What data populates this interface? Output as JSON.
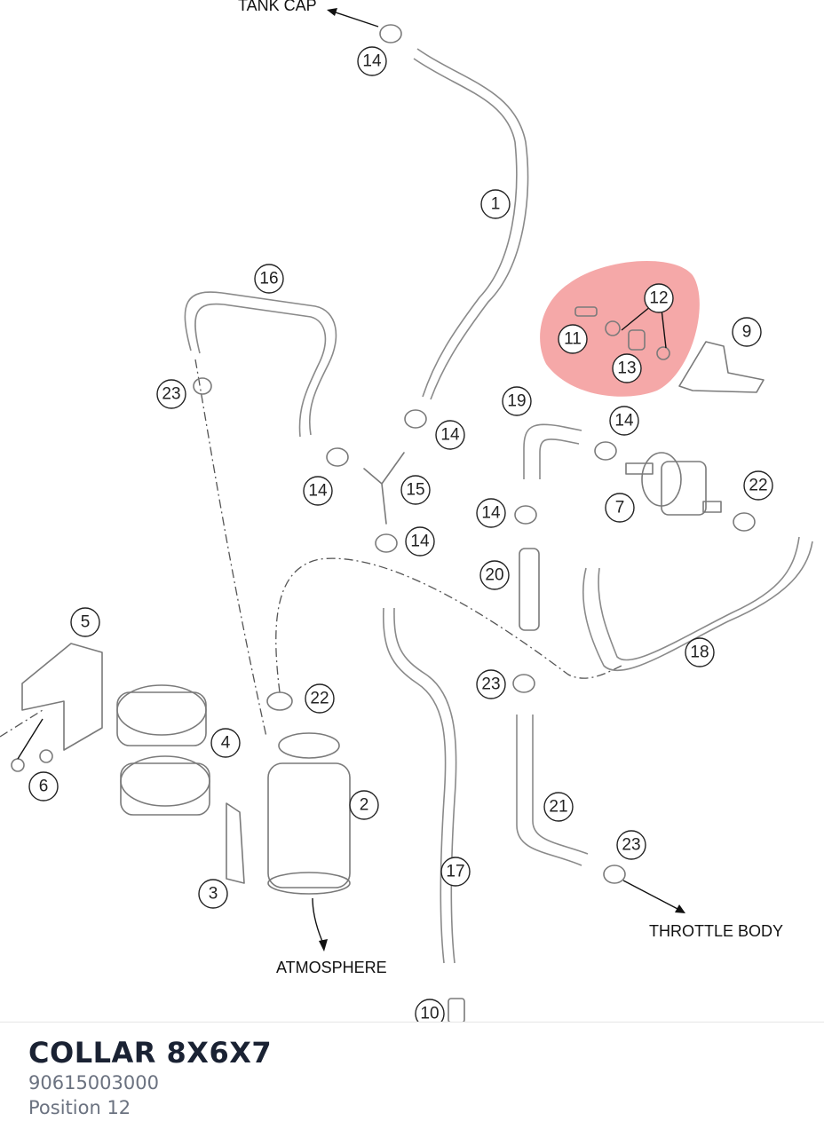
{
  "diagram": {
    "labels": {
      "tank_cap": "TANK CAP",
      "atmosphere": "ATMOSPHERE",
      "throttle_body": "THROTTLE BODY"
    },
    "callouts": [
      "1",
      "2",
      "3",
      "4",
      "5",
      "6",
      "7",
      "9",
      "10",
      "11",
      "12",
      "13",
      "14",
      "15",
      "16",
      "17",
      "18",
      "19",
      "20",
      "21",
      "22",
      "23"
    ],
    "highlighted_position": "12",
    "highlight_color": "#f28b8b"
  },
  "part": {
    "name": "COLLAR 8X6X7",
    "number": "90615003000",
    "position": "Position 12"
  }
}
